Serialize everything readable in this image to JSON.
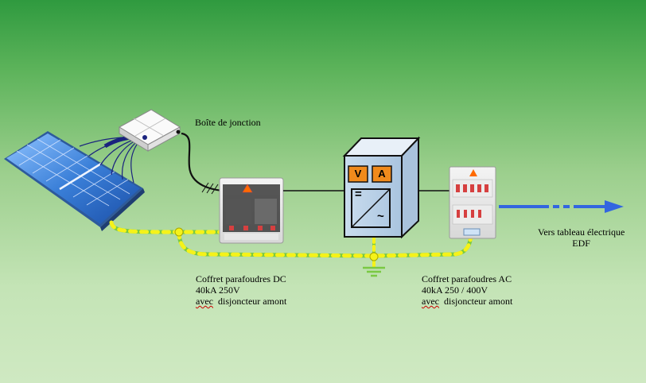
{
  "labels": {
    "junction_box": "Boîte de jonction",
    "dc_box": {
      "line1": "Coffret parafoudres DC",
      "line2": "40kA 250V",
      "line3_word": "avec",
      "line3_rest": "disjoncteur amont"
    },
    "ac_box": {
      "line1": "Coffret parafoudres AC",
      "line2": "40kA 250 / 400V",
      "line3_word": "avec",
      "line3_rest": "disjoncteur amont"
    },
    "grid": {
      "line1": "Vers tableau électrique",
      "line2": "EDF"
    }
  },
  "inverter": {
    "meter_v": "V",
    "meter_a": "A",
    "dc_symbol": "=",
    "ac_symbol": "~"
  },
  "colors": {
    "earth_green": "#7ac943",
    "earth_yellow": "#f5f21a",
    "arrow_blue": "#3366e0",
    "cable_navy": "#1a237e",
    "cable_black": "#111111"
  }
}
